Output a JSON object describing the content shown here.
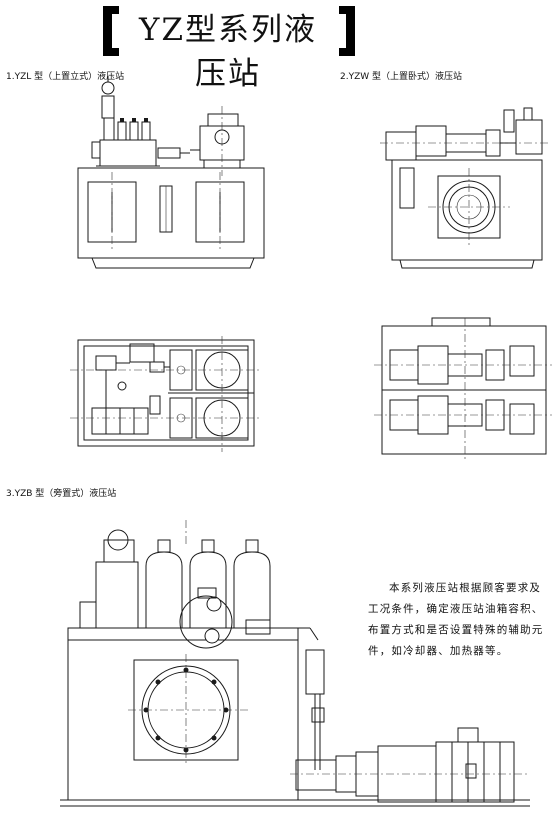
{
  "title": "YZ型系列液压站",
  "sections": [
    {
      "label": "1.YZL 型（上置立式）液压站"
    },
    {
      "label": "2.YZW 型（上置卧式）液压站"
    },
    {
      "label": "3.YZB 型（旁置式）液压站"
    }
  ],
  "description": "本系列液压站根据顾客要求及工况条件，确定液压站油箱容积、布置方式和是否设置特殊的辅助元件，如冷却器、加热器等。"
}
